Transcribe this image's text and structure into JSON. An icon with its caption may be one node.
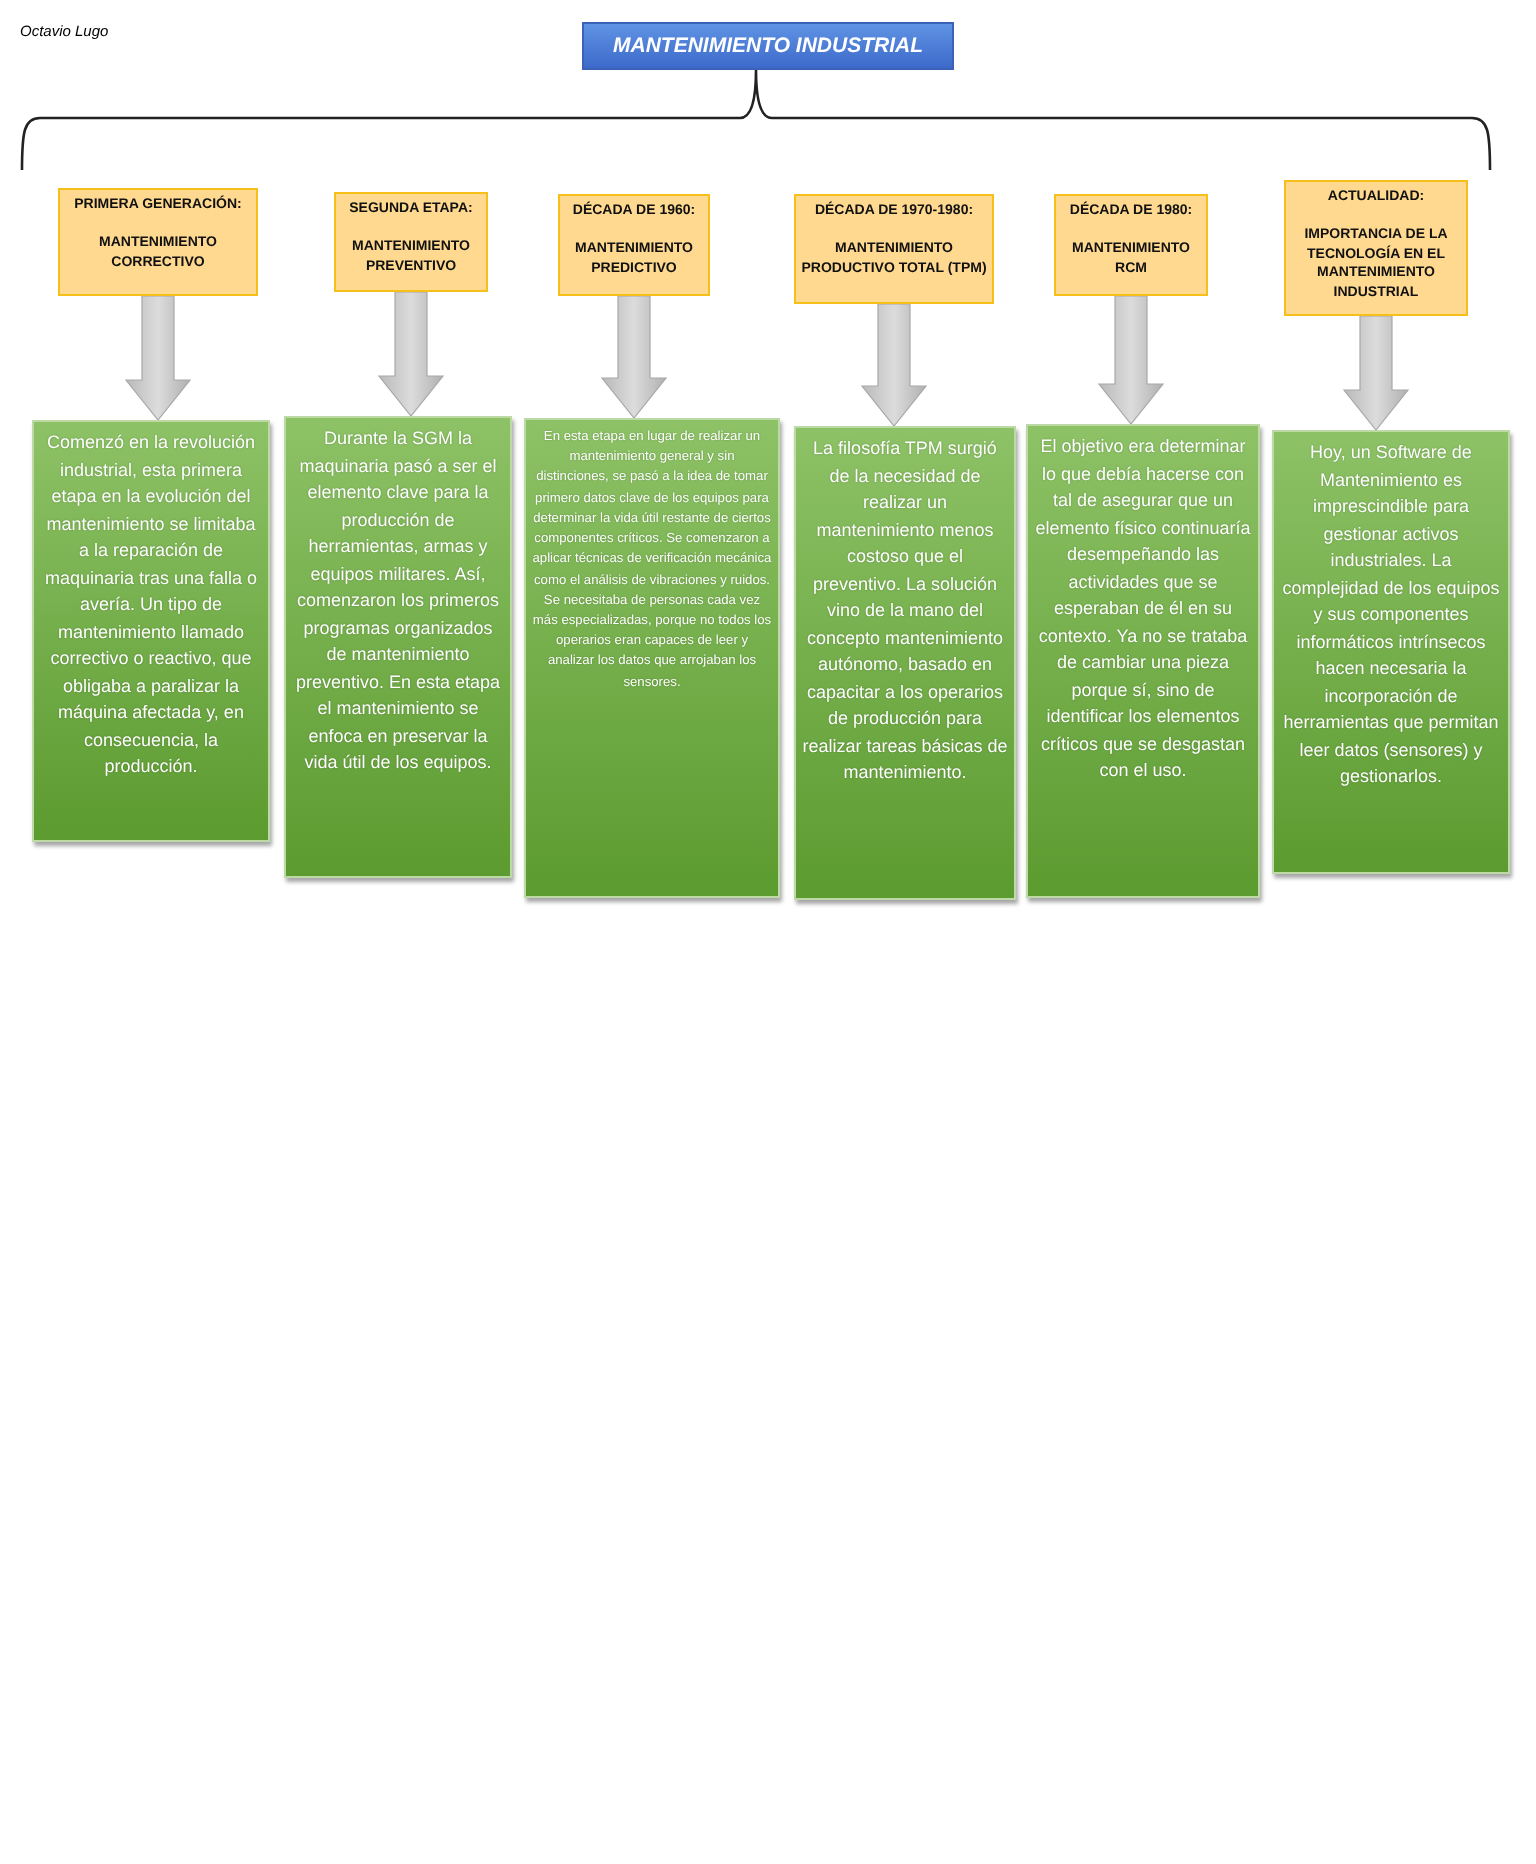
{
  "diagram": {
    "nodes": [
      {
        "text": [
          "MANTENIMIENTO INDUSTRIAL"
        ]
      },
      {
        "text": [
          "PRIMERA GENERACIÓN:",
          "MANTENIMIENTO CORRECTIVO"
        ]
      },
      {
        "text": [
          "SEGUNDA ETAPA:",
          "MANTENIMIENTO PREVENTIVO"
        ]
      },
      {
        "text": [
          "DÉCADA DE 1960:",
          "MANTENIMIENTO PREDICTIVO"
        ]
      },
      {
        "text": [
          "DÉCADA DE 1970-1980:",
          "MANTENIMIENTO PRODUCTIVO TOTAL (TPM)"
        ]
      },
      {
        "text": [
          "DÉCADA DE 1980:",
          "MANTENIMIENTO RCM"
        ]
      },
      {
        "text": [
          "ACTUALIDAD:",
          "IMPORTANCIA DE LA TECNOLOGÍA EN EL MANTENIMIENTO INDUSTRIAL"
        ]
      },
      {
        "text": [
          "Comenzó en la revolución industrial, esta primera etapa en la evolución del mantenimiento se limitaba a la reparación de maquinaria tras una falla o avería. Un tipo de mantenimiento llamado correctivo o reactivo, que obligaba a paralizar la máquina afectada y, en consecuencia, la producción."
        ]
      },
      {
        "text": [
          "Durante la SGM la maquinaria pasó a ser el elemento clave para la producción de herramientas, armas y equipos militares. Así, comenzaron los primeros programas organizados de mantenimiento preventivo. En esta etapa el mantenimiento se enfoca en preservar la vida útil de los equipos."
        ]
      },
      {
        "text": [
          "En esta etapa en lugar de realizar un mantenimiento general y sin distinciones, se pasó a la idea de tomar primero datos clave de los equipos para determinar la vida útil restante de ciertos componentes críticos. Se comenzaron a aplicar técnicas de verificación mecánica como el análisis de vibraciones y ruidos. Se necesitaba de personas cada vez más especializadas, porque no todos los operarios eran capaces de leer y analizar los datos que arrojaban los sensores."
        ]
      },
      {
        "text": [
          "La filosofía TPM surgió de la necesidad de realizar un mantenimiento menos costoso que el preventivo. La solución vino de la mano del concepto mantenimiento autónomo, basado en capacitar a los operarios de producción para realizar tareas básicas de mantenimiento."
        ]
      },
      {
        "text": [
          "El objetivo era determinar lo que debía hacerse con tal de asegurar que un elemento físico continuaría desempeñando las actividades que se esperaban de él en su contexto. Ya no se trataba de cambiar una pieza porque sí, sino de identificar los elementos críticos que se desgastan con el uso."
        ]
      },
      {
        "text": [
          "Hoy, un Software de Mantenimiento es imprescindible para gestionar activos industriales. La complejidad de los equipos y sus componentes informáticos intrínsecos hacen necesaria la incorporación de herramientas que permitan leer datos (sensores) y gestionarlos."
        ]
      }
    ],
    "edges": [
      {
        "from": 1,
        "to": 7,
        "arrow": "to",
        "style": "thick"
      },
      {
        "from": 2,
        "to": 8,
        "arrow": "to",
        "style": "thick"
      },
      {
        "from": 3,
        "to": 9,
        "arrow": "to",
        "style": "thick"
      },
      {
        "from": 4,
        "to": 10,
        "arrow": "to",
        "style": "thick"
      },
      {
        "from": 5,
        "to": 11,
        "arrow": "to",
        "style": "thick"
      },
      {
        "from": 6,
        "to": 12,
        "arrow": "to",
        "style": "thick"
      }
    ],
    "labels": [
      "Octavio Lugo"
    ]
  }
}
